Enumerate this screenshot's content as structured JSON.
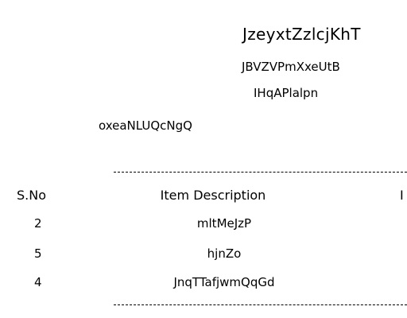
{
  "header": {
    "title": "JzeyxtZzlcjKhT",
    "subtitle_line1": "JBVZVPmXxeUtB",
    "subtitle_line2": "IHqAPlalpn",
    "customer_name": "oxeaNLUQcNgQ"
  },
  "table": {
    "columns": [
      "S.No",
      "Item Description",
      "I"
    ],
    "rows": [
      {
        "sno": "2",
        "description": "mltMeJzP"
      },
      {
        "sno": "5",
        "description": "hjnZo"
      },
      {
        "sno": "4",
        "description": "JnqTTafjwmQqGd"
      }
    ]
  }
}
